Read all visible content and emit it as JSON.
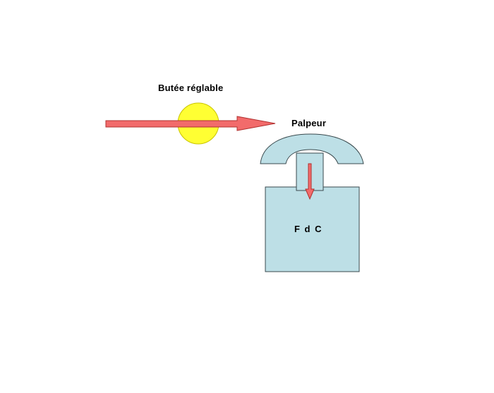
{
  "labels": {
    "adjustable_stop": "Butée réglable",
    "probe": "Palpeur",
    "limit_switch": "F d C"
  },
  "colors": {
    "stop_circle_fill": "#ffff33",
    "stop_circle_stroke": "#c9c400",
    "arrow_fill": "#f26b6b",
    "arrow_stroke": "#b0302f",
    "body_fill": "#bddfe6",
    "body_stroke": "#3a4a4e"
  }
}
